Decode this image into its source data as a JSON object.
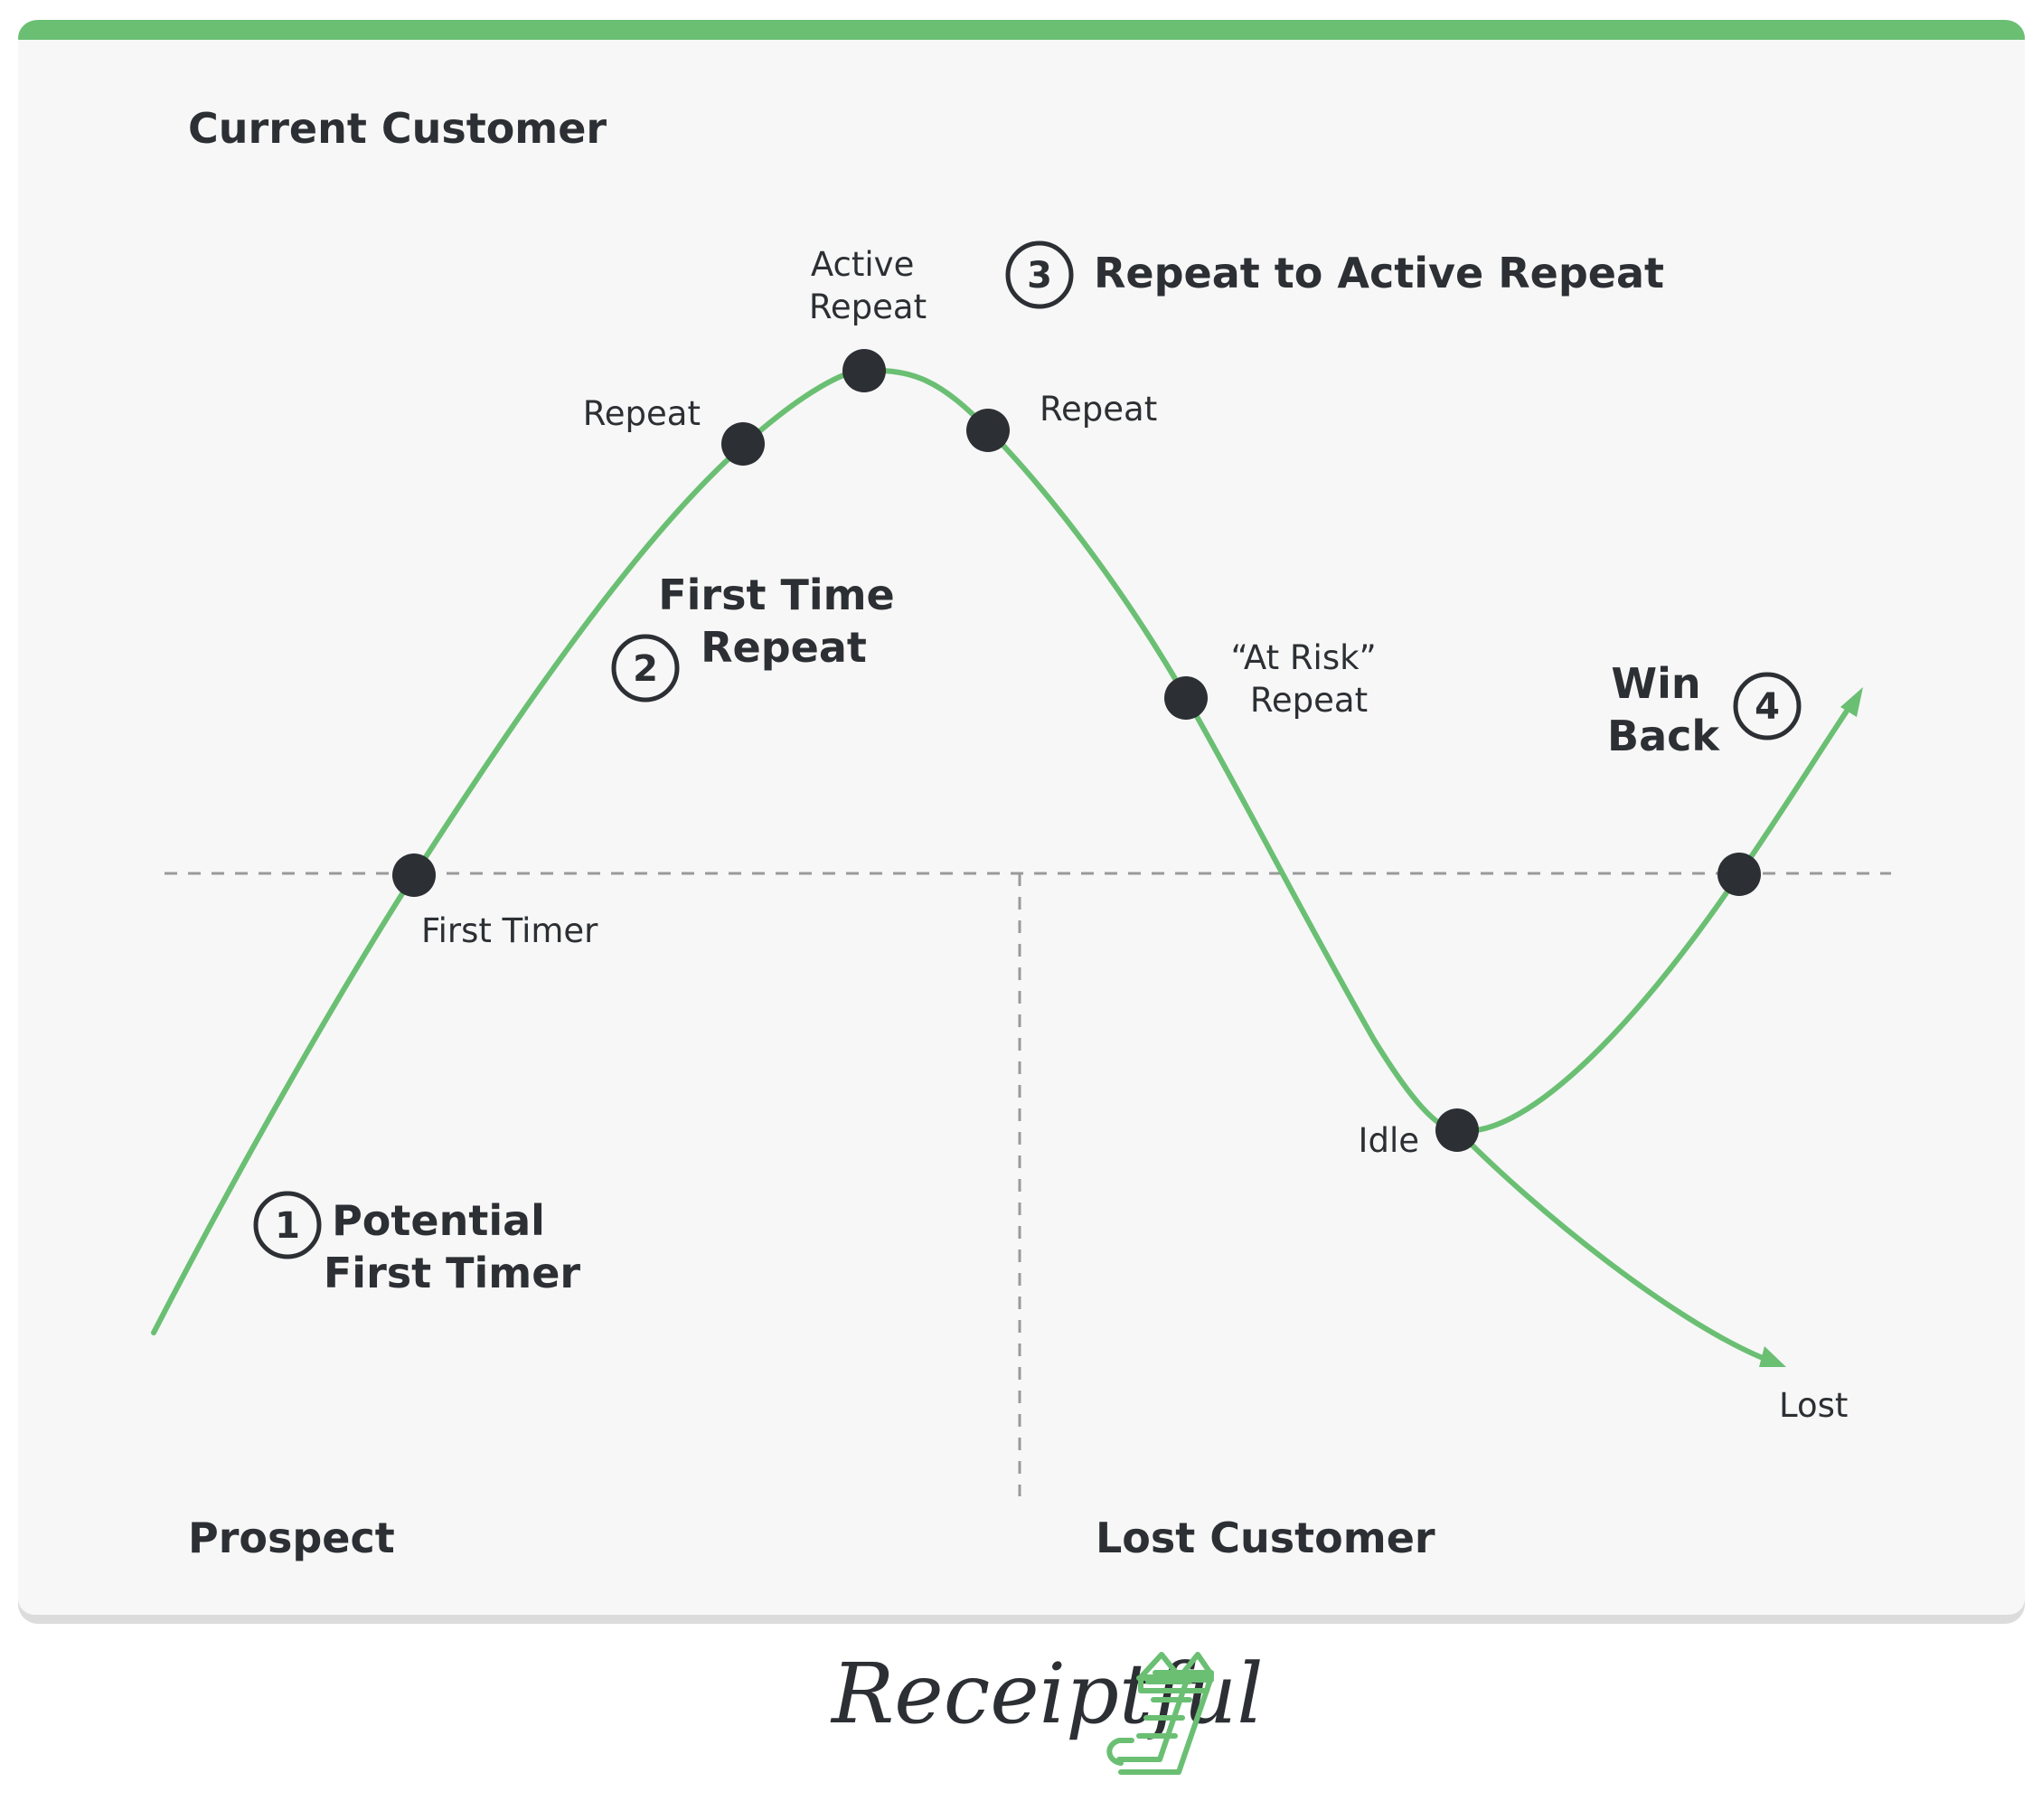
{
  "colors": {
    "accent": "#6abf73",
    "panel": "#f7f7f7",
    "panel_shadow": "#dcdcdc",
    "dark": "#2c2f33",
    "guide": "#9a9a9a"
  },
  "sections": {
    "current_customer": "Current Customer",
    "prospect": "Prospect",
    "lost_customer": "Lost Customer"
  },
  "stages": [
    {
      "number": "1",
      "lines": [
        "Potential",
        "First Timer"
      ]
    },
    {
      "number": "2",
      "lines": [
        "First Time",
        "Repeat"
      ]
    },
    {
      "number": "3",
      "lines": [
        "Repeat to Active Repeat"
      ]
    },
    {
      "number": "4",
      "lines": [
        "Win",
        "Back"
      ]
    }
  ],
  "points": {
    "first_timer": "First Timer",
    "repeat_rising": "Repeat",
    "active_repeat": [
      "Active",
      "Repeat"
    ],
    "repeat_falling": "Repeat",
    "at_risk": [
      "“At Risk”",
      "Repeat"
    ],
    "idle": "Idle",
    "lost": "Lost"
  },
  "logo": {
    "text": "Receiptful",
    "icon": "receipt-icon"
  }
}
